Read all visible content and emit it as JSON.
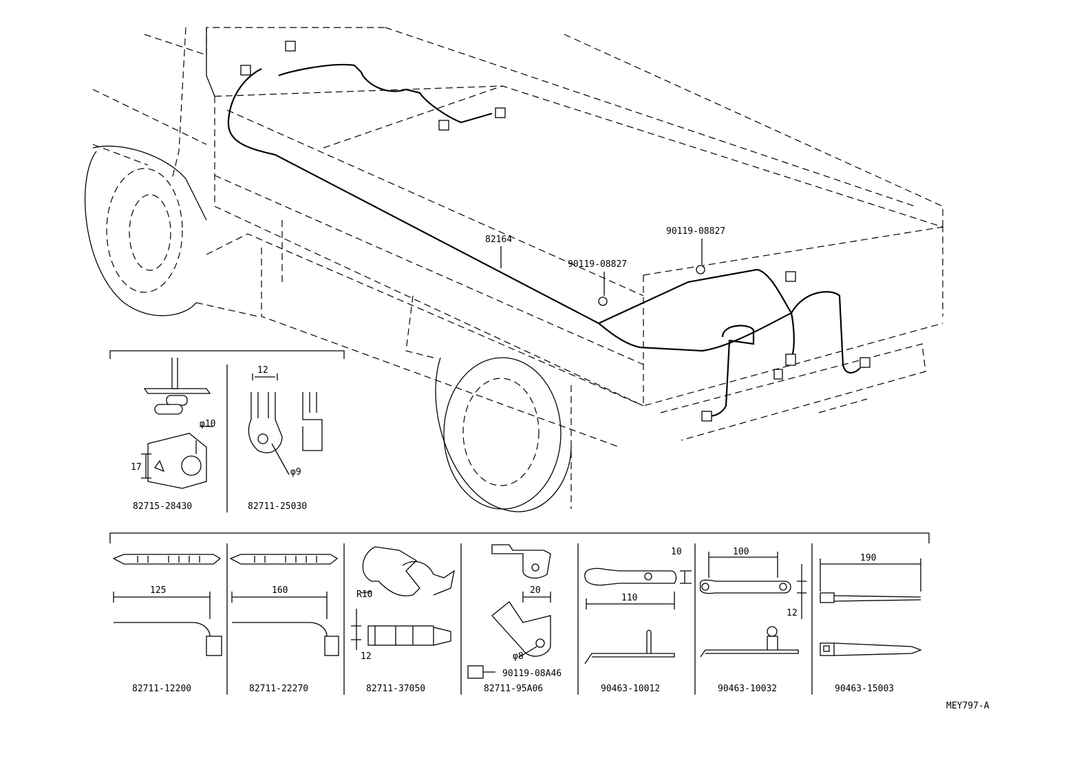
{
  "diagram": {
    "code": "MEY797-A",
    "main_parts": {
      "harness": "82164",
      "bolt_a": "90119-08827",
      "bolt_b": "90119-08827"
    },
    "upper_parts": [
      {
        "part_no": "82715-28430",
        "dims": {
          "dia": "φ10",
          "h": "17"
        }
      },
      {
        "part_no": "82711-25030",
        "dims": {
          "w": "12",
          "dia": "φ9"
        }
      }
    ],
    "lower_parts": [
      {
        "part_no": "82711-12200",
        "dims": {
          "len": "125"
        }
      },
      {
        "part_no": "82711-22270",
        "dims": {
          "len": "160"
        }
      },
      {
        "part_no": "82711-37050",
        "dims": {
          "r": "R10",
          "h": "12"
        }
      },
      {
        "part_no": "82711-95A06",
        "dims": {
          "w": "20",
          "dia": "φ8",
          "bolt": "90119-08A46"
        }
      },
      {
        "part_no": "90463-10012",
        "dims": {
          "len": "110",
          "h": "10"
        }
      },
      {
        "part_no": "90463-10032",
        "dims": {
          "len": "100",
          "h": "12"
        }
      },
      {
        "part_no": "90463-15003",
        "dims": {
          "len": "190"
        }
      }
    ]
  }
}
